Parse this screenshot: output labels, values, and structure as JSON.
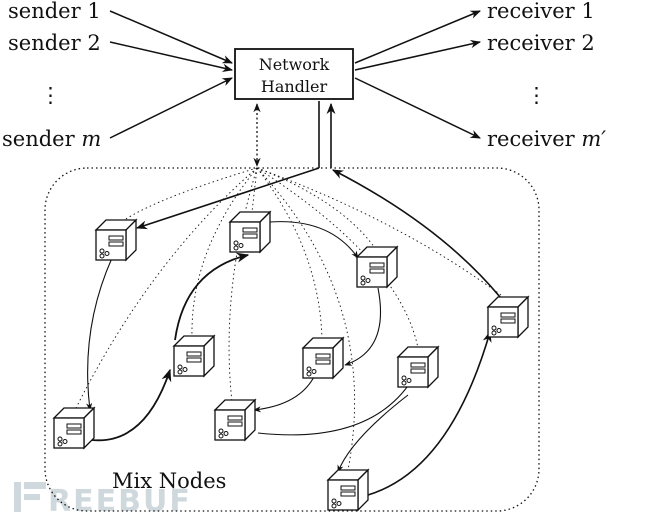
{
  "senders": [
    {
      "text": "sender 1",
      "sub": ""
    },
    {
      "text": "sender 2",
      "sub": ""
    },
    {
      "text": "sender ",
      "sub": "m"
    }
  ],
  "receivers": [
    {
      "text": "receiver 1",
      "sub": ""
    },
    {
      "text": "receiver 2",
      "sub": ""
    },
    {
      "text": "receiver ",
      "sub": "m′"
    }
  ],
  "ellipsis": "⋮",
  "handler": {
    "line1": "Network",
    "line2": "Handler"
  },
  "group_label": "Mix Nodes",
  "watermark": {
    "text": "REEBUF",
    "color": "#cfd8dc"
  },
  "colors": {
    "line": "#111111",
    "box": "#ffffff",
    "server_body": "#ffffff"
  },
  "server_icon": "server-icon"
}
